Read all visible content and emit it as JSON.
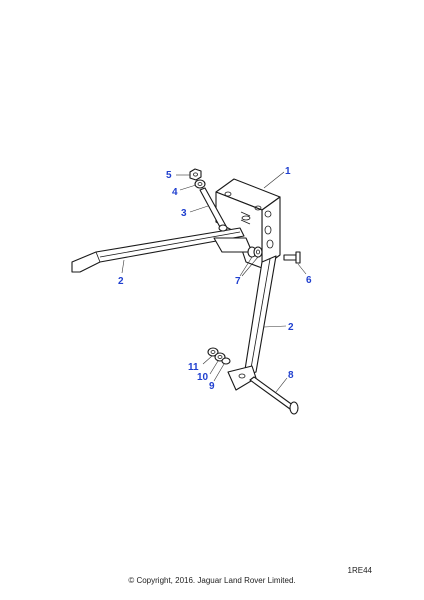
{
  "colors": {
    "callout": "#1f3fcf",
    "line": "#1a1a1a"
  },
  "callouts": {
    "c1": "1",
    "c2a": "2",
    "c2b": "2",
    "c3": "3",
    "c4": "4",
    "c5": "5",
    "c6": "6",
    "c7": "7",
    "c8": "8",
    "c9": "9",
    "c10": "10",
    "c11": "11"
  },
  "footer": {
    "ref_code": "1RE44",
    "copyright": "© Copyright, 2016. Jaguar Land Rover Limited."
  }
}
